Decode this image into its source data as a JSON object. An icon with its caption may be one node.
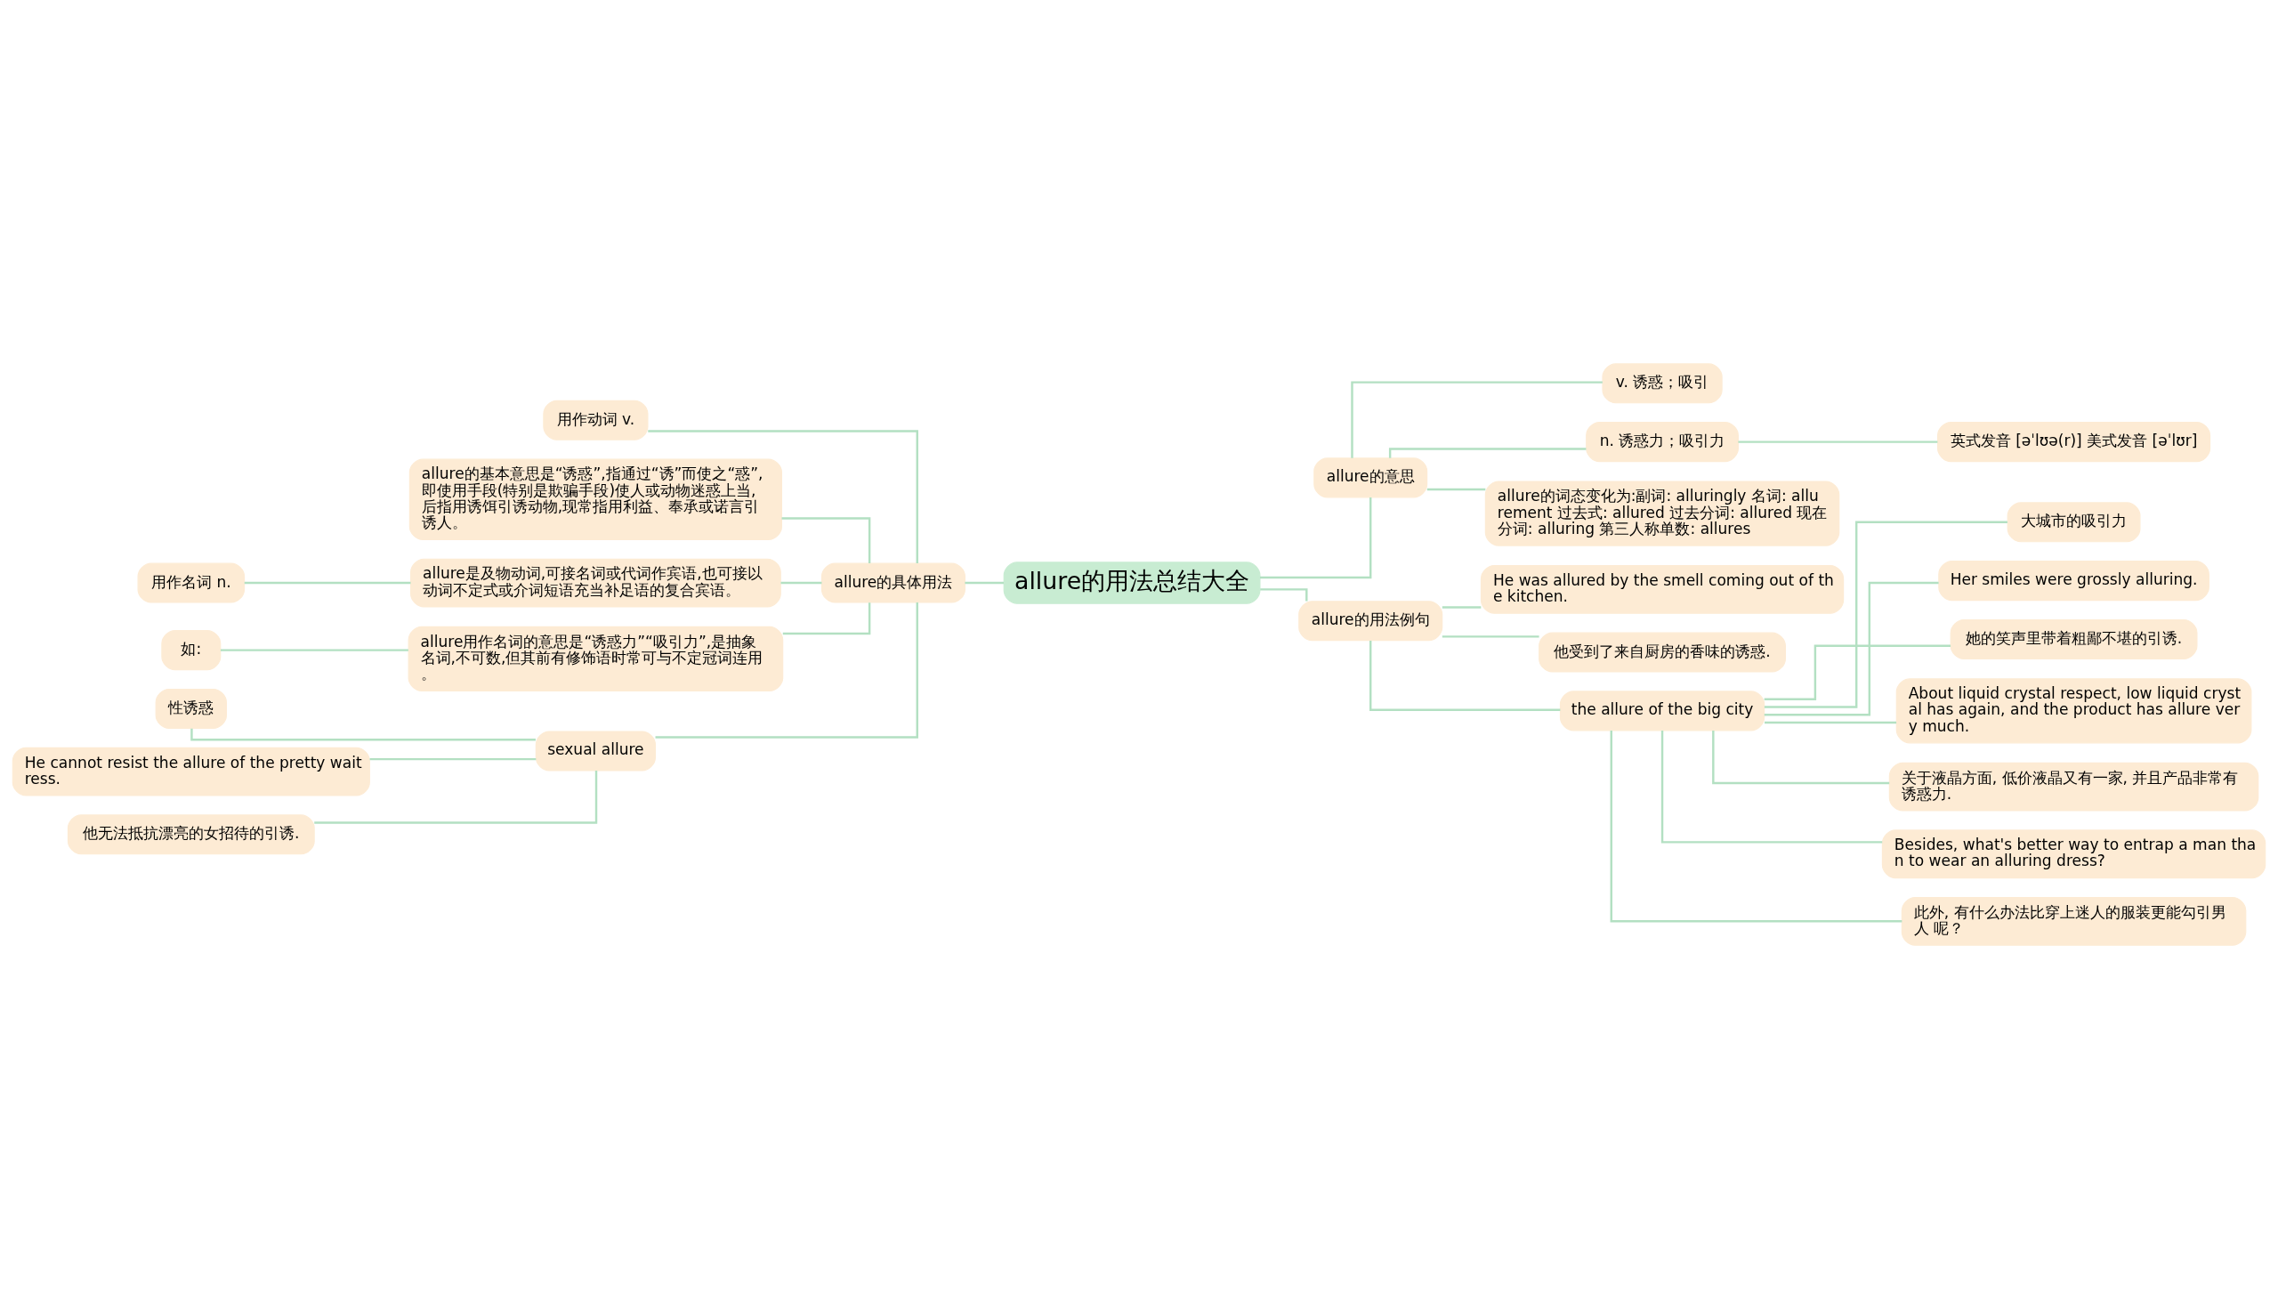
{
  "diagram": {
    "nodes": [
      {
        "text": [
          "allure的用法总结大全"
        ]
      },
      {
        "text": [
          "allure的具体用法"
        ]
      },
      {
        "text": [
          "用作动词 v."
        ]
      },
      {
        "text": [
          "allure的基本意思是“诱惑”,指通过“诱”而使之“惑”,即使用手段(特别是欺骗手段)使人或动物迷惑上当,后指用诱饵引诱动物,现常指用利益、奉承或诺言引诱人。"
        ]
      },
      {
        "text": [
          "allure是及物动词,可接名词或代词作宾语,也可接以动词不定式或介词短语充当补足语的复合宾语。"
        ]
      },
      {
        "text": [
          "用作名词 n."
        ]
      },
      {
        "text": [
          "allure用作名词的意思是“诱惑力”“吸引力”,是抽象名词,不可数,但其前有修饰语时常可与不定冠词连用。"
        ]
      },
      {
        "text": [
          "如:"
        ]
      },
      {
        "text": [
          "sexual allure"
        ]
      },
      {
        "text": [
          "性诱惑"
        ]
      },
      {
        "text": [
          "He cannot resist the allure of the pretty waitress."
        ]
      },
      {
        "text": [
          "他无法抵抗漂亮的女招待的引诱."
        ]
      },
      {
        "text": [
          "allure的意思"
        ]
      },
      {
        "text": [
          "v. 诱惑；吸引"
        ]
      },
      {
        "text": [
          "n. 诱惑力；吸引力"
        ]
      },
      {
        "text": [
          "英式发音 [əˈlʊə(r)] 美式发音 [əˈlʊr]"
        ]
      },
      {
        "text": [
          "allure的词态变化为:副词: alluringly 名词: allurement 过去式: allured 过去分词: allured 现在分词: alluring 第三人称单数: allures"
        ]
      },
      {
        "text": [
          "allure的用法例句"
        ]
      },
      {
        "text": [
          "He was allured by the smell coming out of the kitchen."
        ]
      },
      {
        "text": [
          "他受到了来自厨房的香味的诱惑."
        ]
      },
      {
        "text": [
          "the allure of the big city"
        ]
      },
      {
        "text": [
          "大城市的吸引力"
        ]
      },
      {
        "text": [
          "Her smiles were grossly alluring."
        ]
      },
      {
        "text": [
          "她的笑声里带着粗鄙不堪的引诱."
        ]
      },
      {
        "text": [
          "About liquid crystal respect, low liquid crystal has again, and the product has allure very much."
        ]
      },
      {
        "text": [
          "关于液晶方面, 低价液晶又有一家, 并且产品非常有诱惑力."
        ]
      },
      {
        "text": [
          "Besides, what's better way to entrap a man than to wear an alluring dress?"
        ]
      },
      {
        "text": [
          "此外, 有什么办法比穿上迷人的服装更能勾引男人 呢？"
        ]
      }
    ],
    "edges": [
      {
        "from": 0,
        "to": 1,
        "arrow": "none"
      },
      {
        "from": 1,
        "to": 2,
        "arrow": "none"
      },
      {
        "from": 1,
        "to": 3,
        "arrow": "none"
      },
      {
        "from": 1,
        "to": 4,
        "arrow": "none"
      },
      {
        "from": 4,
        "to": 5,
        "arrow": "none"
      },
      {
        "from": 1,
        "to": 6,
        "arrow": "none"
      },
      {
        "from": 6,
        "to": 7,
        "arrow": "none"
      },
      {
        "from": 1,
        "to": 8,
        "arrow": "none"
      },
      {
        "from": 8,
        "to": 9,
        "arrow": "none"
      },
      {
        "from": 8,
        "to": 10,
        "arrow": "none"
      },
      {
        "from": 8,
        "to": 11,
        "arrow": "none"
      },
      {
        "from": 0,
        "to": 12,
        "arrow": "none"
      },
      {
        "from": 12,
        "to": 13,
        "arrow": "none"
      },
      {
        "from": 12,
        "to": 14,
        "arrow": "none"
      },
      {
        "from": 14,
        "to": 15,
        "arrow": "none"
      },
      {
        "from": 12,
        "to": 16,
        "arrow": "none"
      },
      {
        "from": 0,
        "to": 17,
        "arrow": "none"
      },
      {
        "from": 17,
        "to": 18,
        "arrow": "none"
      },
      {
        "from": 17,
        "to": 19,
        "arrow": "none"
      },
      {
        "from": 17,
        "to": 20,
        "arrow": "none"
      },
      {
        "from": 20,
        "to": 21,
        "arrow": "none"
      },
      {
        "from": 20,
        "to": 22,
        "arrow": "none"
      },
      {
        "from": 20,
        "to": 23,
        "arrow": "none"
      },
      {
        "from": 20,
        "to": 24,
        "arrow": "none"
      },
      {
        "from": 20,
        "to": 25,
        "arrow": "none"
      },
      {
        "from": 20,
        "to": 26,
        "arrow": "none"
      },
      {
        "from": 20,
        "to": 27,
        "arrow": "none"
      }
    ]
  }
}
